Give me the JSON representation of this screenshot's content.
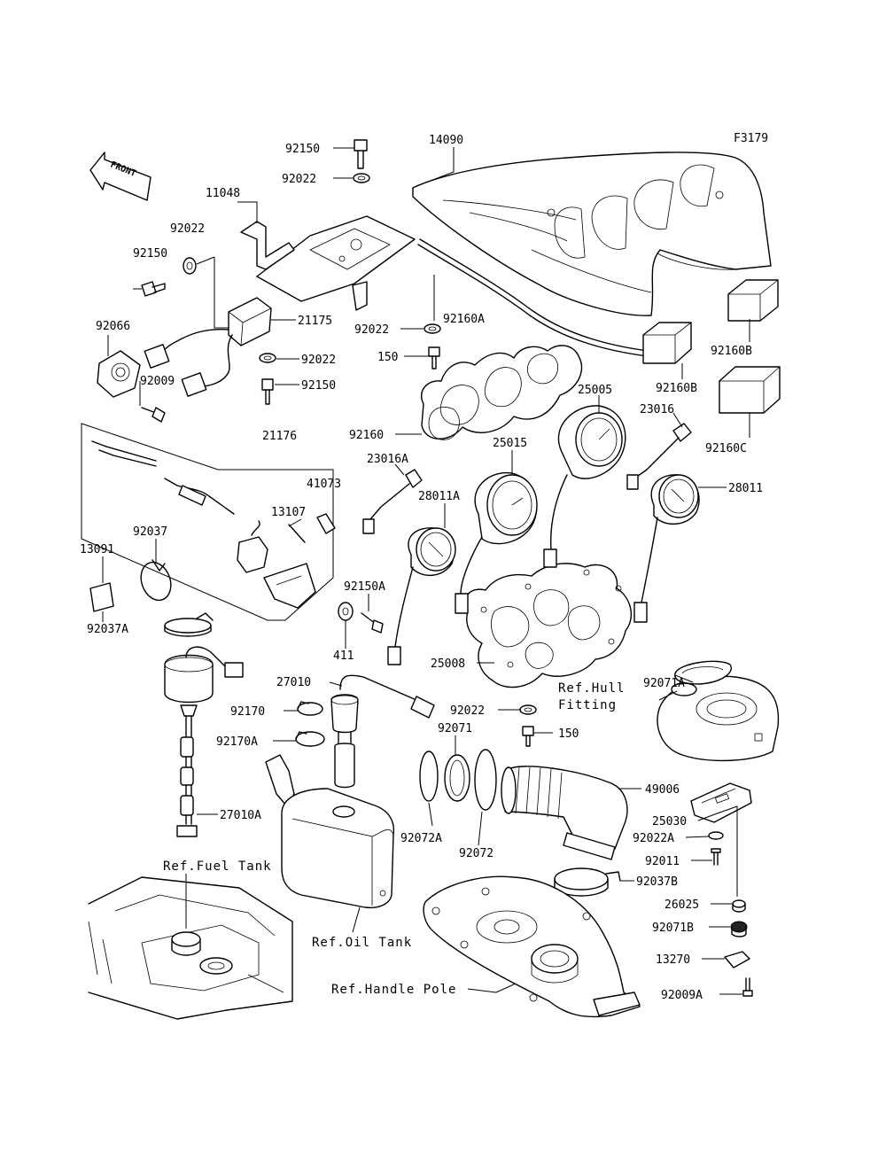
{
  "figure_code": "F3179",
  "direction_arrow": "FRONT",
  "part_labels": {
    "p14090": "14090",
    "p92150_top": "92150",
    "p92022_top": "92022",
    "p11048": "11048",
    "p92022_left": "92022",
    "p92150_left": "92150",
    "p21175": "21175",
    "p92066": "92066",
    "p92022_mid": "92022",
    "p92009": "92009",
    "p92150_mid": "92150",
    "p92022_cluster": "92022",
    "p92160A": "92160A",
    "p150_a": "150",
    "p92160B_1": "92160B",
    "p92160B_2": "92160B",
    "p92160C": "92160C",
    "p92160": "92160",
    "p25005": "25005",
    "p23016": "23016",
    "p21176": "21176",
    "p25015": "25015",
    "p23016A": "23016A",
    "p41073": "41073",
    "p28011A": "28011A",
    "p28011": "28011",
    "p13107": "13107",
    "p92037": "92037",
    "p13091": "13091",
    "p92150A": "92150A",
    "p92037A": "92037A",
    "p411": "411",
    "p25008": "25008",
    "p92071A": "92071A",
    "p27010": "27010",
    "p92170": "92170",
    "p92022_lower": "92022",
    "p150_b": "150",
    "p92170A": "92170A",
    "p92071": "92071",
    "p49006": "49006",
    "p27010A": "27010A",
    "p25030": "25030",
    "p92022A": "92022A",
    "p92072A": "92072A",
    "p92072": "92072",
    "p92011": "92011",
    "p92037B": "92037B",
    "p26025": "26025",
    "p92071B": "92071B",
    "p13270": "13270",
    "p92009A": "92009A"
  },
  "references": {
    "hull_fitting_line1": "Ref.Hull",
    "hull_fitting_line2": "Fitting",
    "fuel_tank": "Ref.Fuel Tank",
    "oil_tank": "Ref.Oil Tank",
    "handle_pole": "Ref.Handle Pole"
  }
}
